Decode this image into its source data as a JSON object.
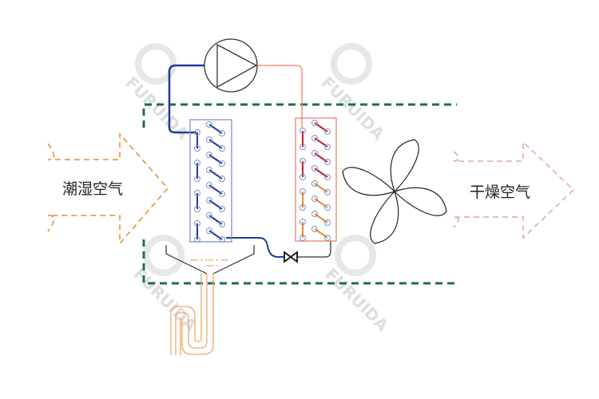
{
  "labels": {
    "humid_air": "潮湿空气",
    "dry_air": "干燥空气"
  },
  "watermark": "FURUIDA",
  "colors": {
    "duct": "#1e6b5c",
    "humid_arrow": "#e8892a",
    "dry_arrow": "#d9a0cf",
    "low_pressure_pipe": "#1f3c98",
    "high_pressure_pipe": "#ef7f6e",
    "evaporator_frame": "#8090cc",
    "condenser_frame": "#ef7f6e",
    "drain": "#f0a96a",
    "outline": "#333333"
  }
}
